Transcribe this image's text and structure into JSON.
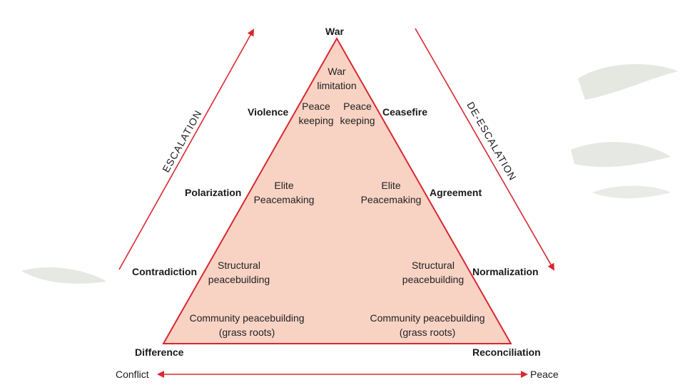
{
  "colors": {
    "triangle_fill": "#f8d3c4",
    "triangle_stroke": "#d7282f",
    "arrow": "#d7282f",
    "leaf": "#dfe3dc"
  },
  "apex": "War",
  "left_stages": [
    "Violence",
    "Polarization",
    "Contradiction",
    "Difference"
  ],
  "right_stages": [
    "Ceasefire",
    "Agreement",
    "Normalization",
    "Reconciliation"
  ],
  "inner": {
    "war_limitation": [
      "War",
      "limitation"
    ],
    "peace_keeping_left": [
      "Peace",
      "keeping"
    ],
    "peace_keeping_right": [
      "Peace",
      "keeping"
    ],
    "elite_left": [
      "Elite",
      "Peacemaking"
    ],
    "elite_right": [
      "Elite",
      "Peacemaking"
    ],
    "structural_left": [
      "Structural",
      "peacebuilding"
    ],
    "structural_right": [
      "Structural",
      "peacebuilding"
    ],
    "community_left": [
      "Community peacebuilding",
      "(grass roots)"
    ],
    "community_right": [
      "Community peacebuilding",
      "(grass roots)"
    ]
  },
  "arrows": {
    "left_diagonal": "ESCALATION",
    "right_diagonal": "DE-ESCALATION"
  },
  "bottom_axis": {
    "left": "Conflict",
    "right": "Peace"
  }
}
